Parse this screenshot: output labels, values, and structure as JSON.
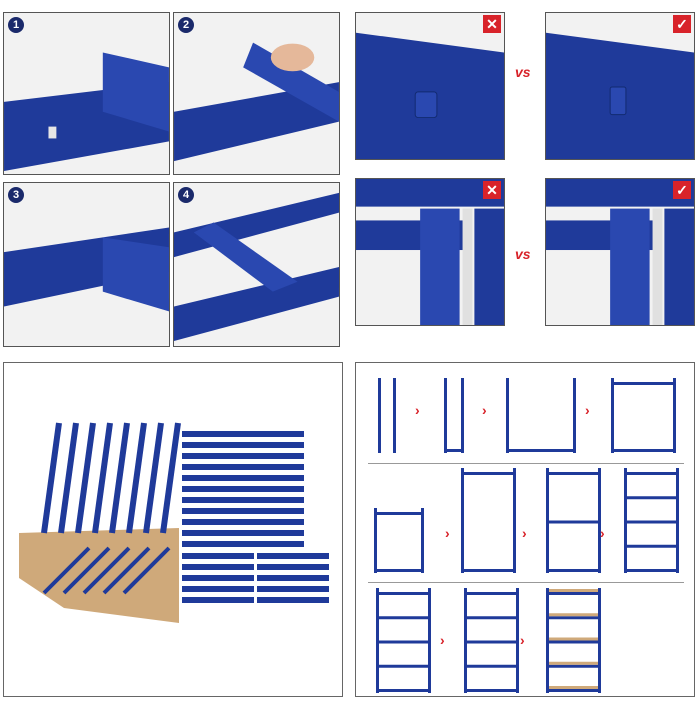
{
  "steps": [
    {
      "number": "1"
    },
    {
      "number": "2"
    },
    {
      "number": "3"
    },
    {
      "number": "4"
    }
  ],
  "comparison": {
    "vs_label": "vs",
    "wrong_icon": "x-mark-icon",
    "right_icon": "check-mark-icon"
  },
  "arrow_glyph": "›",
  "colors": {
    "frame_blue": "#1f3a9a",
    "accent_red": "#d8232a",
    "cardboard": "#cfa97a"
  }
}
